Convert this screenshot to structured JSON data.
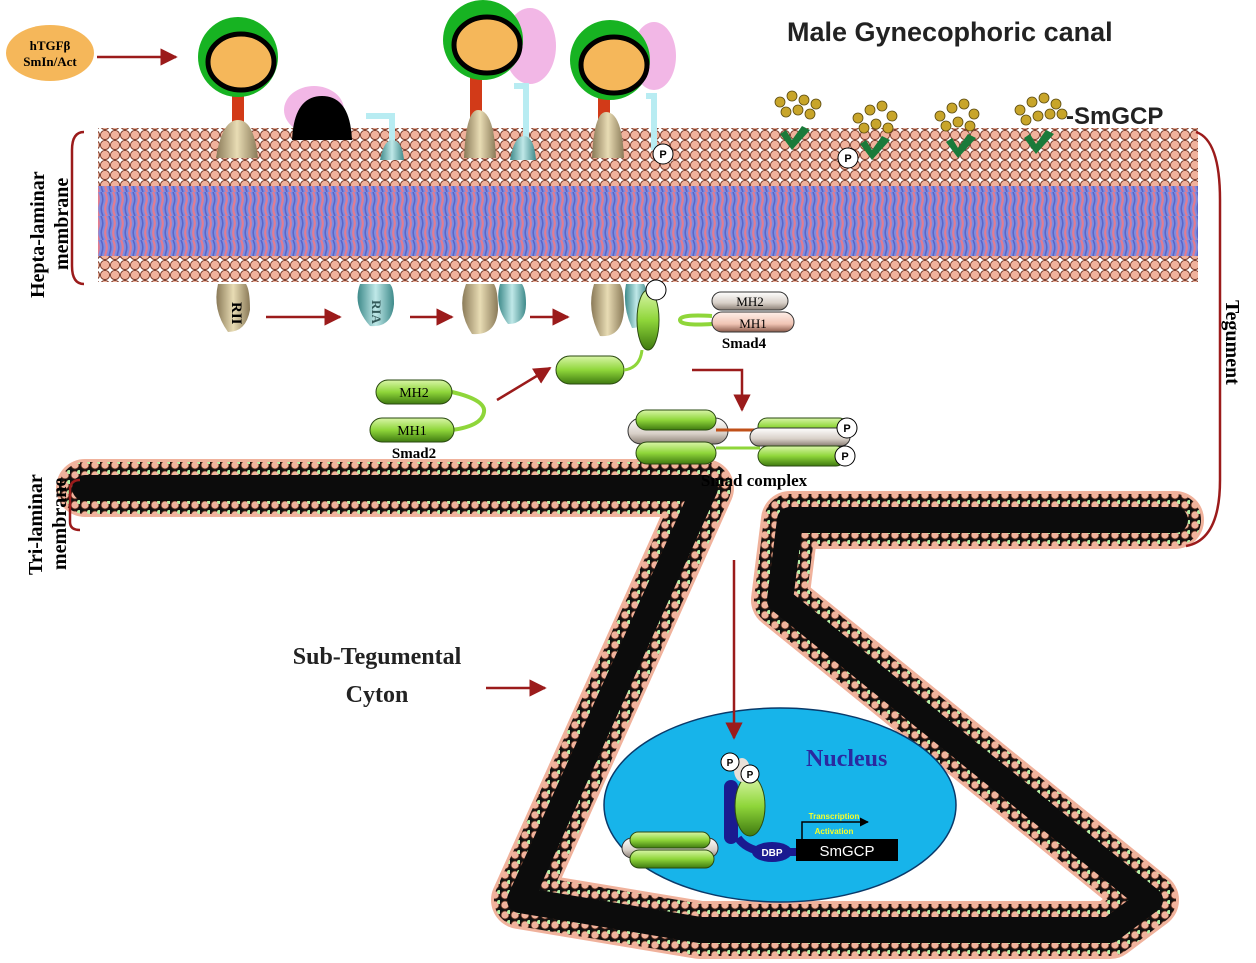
{
  "title": "Male Gynecophoric canal",
  "ligand_label": [
    "hTGFβ",
    "SmIn/Act"
  ],
  "smgcp_label": "-SmGCP",
  "hepta_label": [
    "Hepta-laminar",
    "membrane"
  ],
  "tri_label": [
    "Tri-laminar",
    "membrane"
  ],
  "tegument_label": "Tegument",
  "receptor_RII": "RII",
  "receptor_RIA": "RIA",
  "smad4": {
    "mh2": "MH2",
    "mh1": "MH1",
    "name": "Smad4"
  },
  "smad2": {
    "mh2": "MH2",
    "mh1": "MH1",
    "name": "Smad2"
  },
  "smad_complex": "Smad complex",
  "cyton_label": [
    "Sub-Tegumental",
    "Cyton"
  ],
  "nucleus": "Nucleus",
  "transcription": [
    "Transcription",
    "Activation"
  ],
  "dbp": "DBP",
  "gene": "SmGCP",
  "phospho": "P",
  "colors": {
    "membrane_head": "#e8a08a",
    "membrane_tail_a": "#6f7fd8",
    "membrane_tail_b": "#e07a8a",
    "smad_green": "#8fd63a",
    "arrow": "#9b1b1b",
    "nucleus": "#17b4ea",
    "ligand": "#f5b75a",
    "receptor_green": "#17b322",
    "pink": "#f2b7e6",
    "smgcp_dot": "#c8a52a"
  }
}
